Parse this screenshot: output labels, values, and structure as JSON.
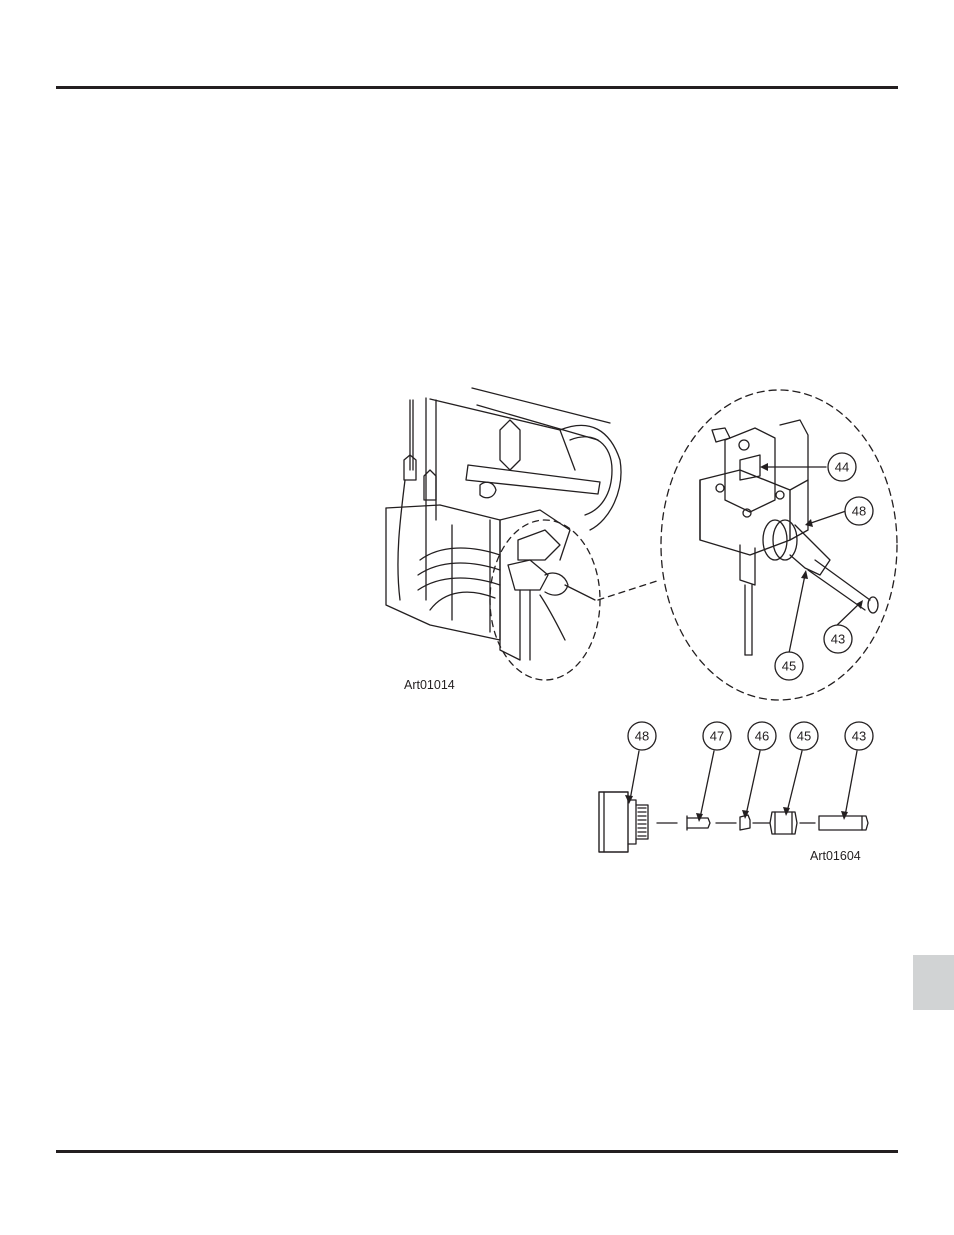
{
  "figures": {
    "installed_view": {
      "art_number": "Art01014",
      "callouts": [
        "44",
        "48",
        "43",
        "45"
      ]
    },
    "exploded_view": {
      "art_number": "Art01604",
      "callouts": [
        "48",
        "47",
        "46",
        "45",
        "43"
      ]
    }
  }
}
